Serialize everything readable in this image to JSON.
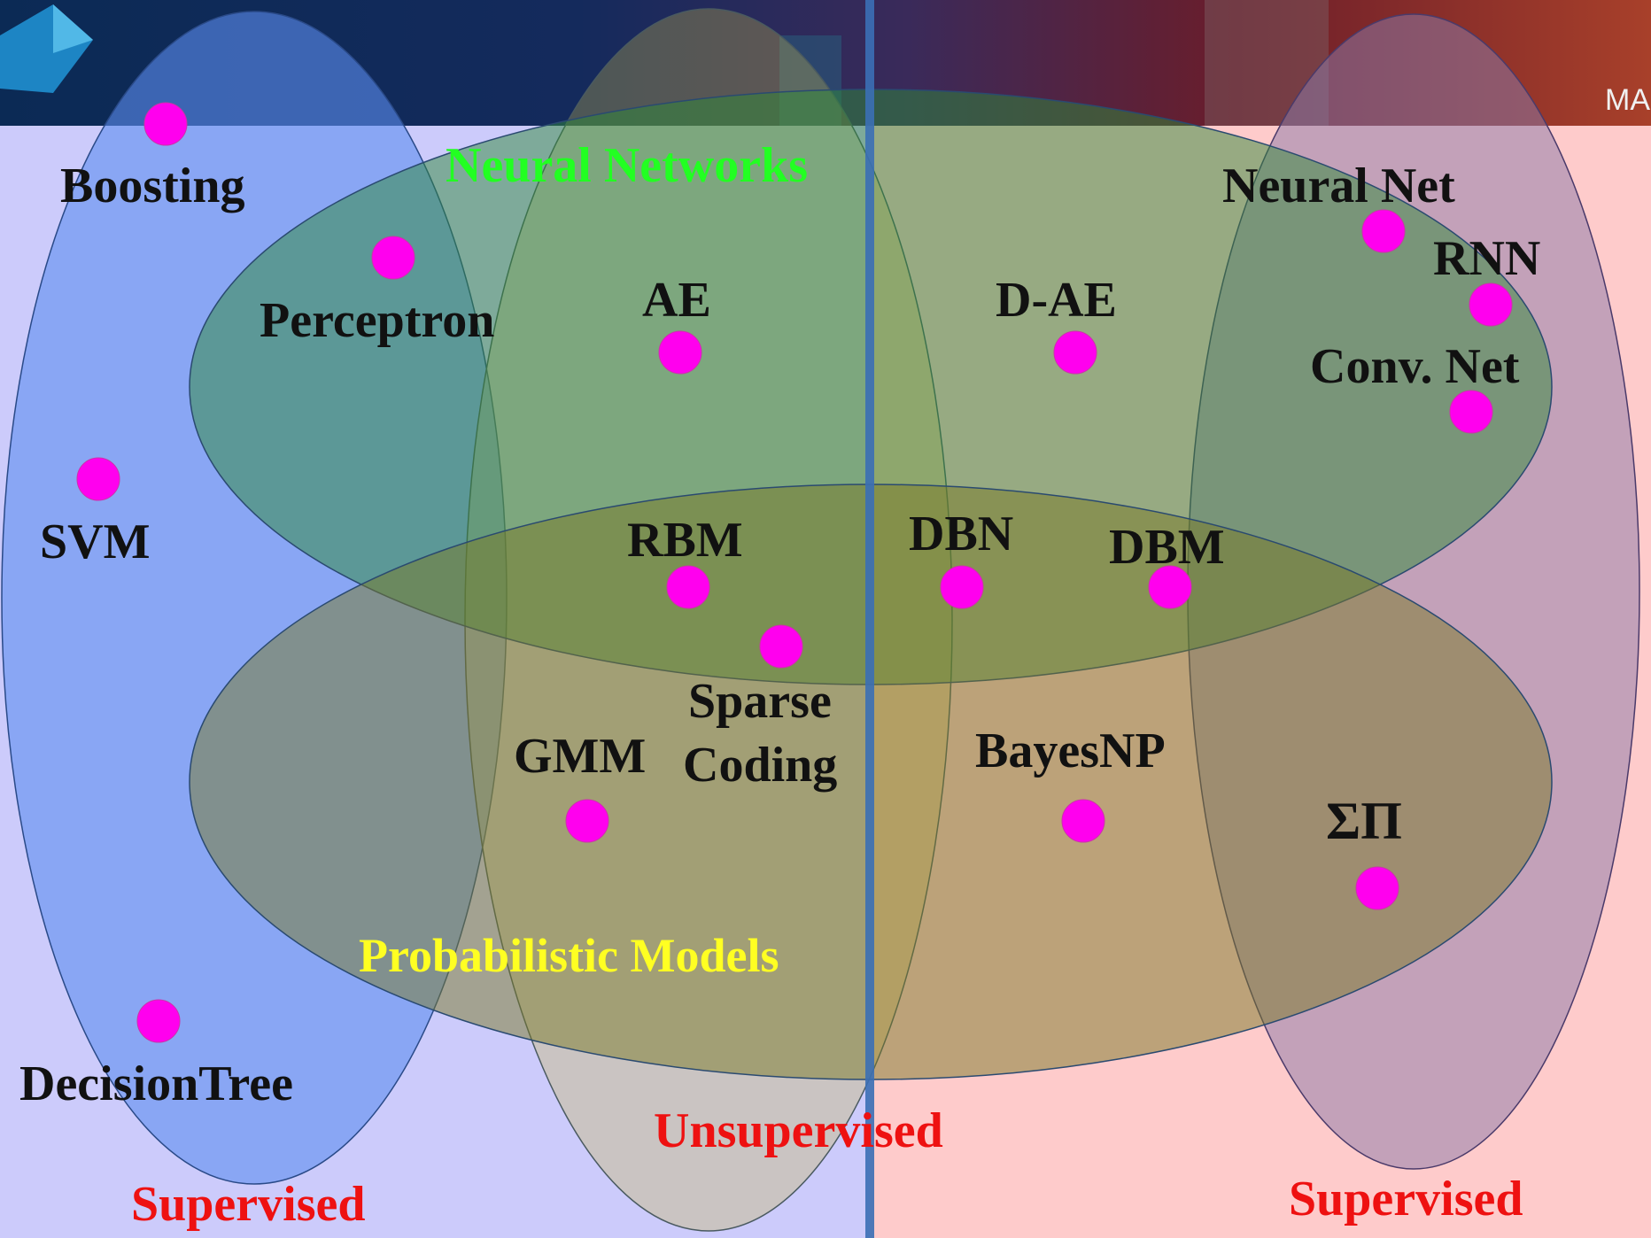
{
  "header": {
    "corner_text": "MA"
  },
  "regions": {
    "neural_networks": "Neural Networks",
    "probabilistic_models": "Probabilistic Models",
    "supervised_left": "Supervised",
    "unsupervised": "Unsupervised",
    "supervised_right": "Supervised"
  },
  "methods": {
    "boosting": "Boosting",
    "perceptron": "Perceptron",
    "svm": "SVM",
    "decision_tree": "DecisionTree",
    "ae": "AE",
    "d_ae": "D-AE",
    "neural_net": "Neural Net",
    "rnn": "RNN",
    "conv_net": "Conv. Net",
    "rbm": "RBM",
    "dbn": "DBN",
    "dbm": "DBM",
    "sparse_coding_1": "Sparse",
    "sparse_coding_2": "Coding",
    "gmm": "GMM",
    "bayesnp": "BayesNP",
    "sigma_pi": "ΣΠ"
  },
  "colors": {
    "left_background": "#cccbfb",
    "right_background": "#fecbcb",
    "supervised_left_ellipse": "#5b8df0",
    "unsupervised_ellipse": "#c8b84a",
    "supervised_right_ellipse": "#8c7aa8",
    "neural_networks_ellipse": "#2f8a3a",
    "probabilistic_ellipse": "#7a7a28",
    "divider": "#3b6fb5",
    "dot": "#ff00ee",
    "neural_networks_text": "#22ff22",
    "probabilistic_text": "#ffff22",
    "supervision_text": "#ee1111",
    "method_text": "#111111"
  }
}
